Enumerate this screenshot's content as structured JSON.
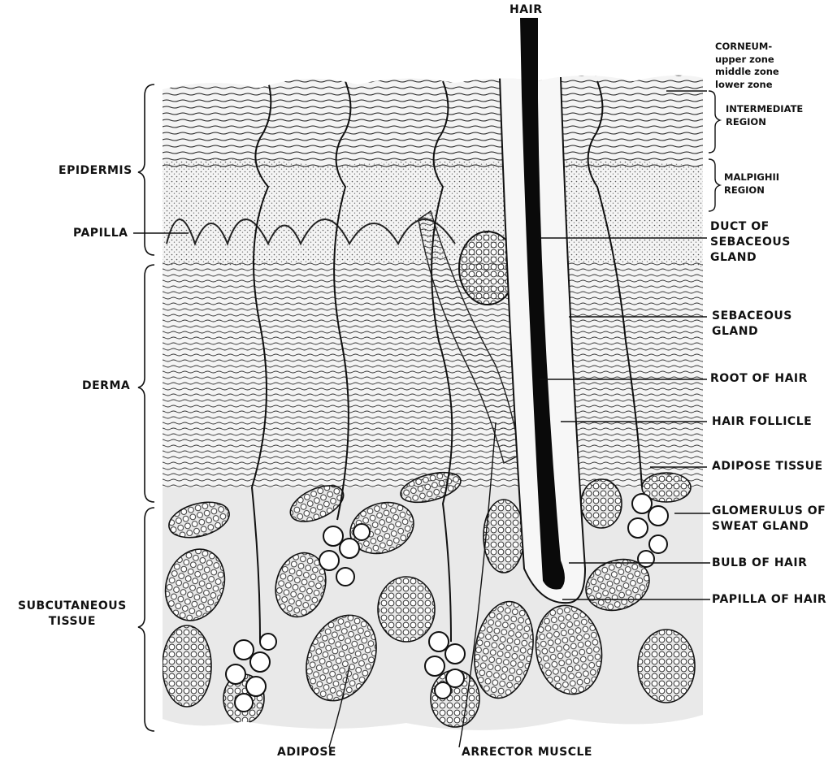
{
  "labels": {
    "hair": "HAIR",
    "corneum": "CORNEUM-",
    "upper_zone": "upper zone",
    "middle_zone": "middle zone",
    "lower_zone": "lower zone",
    "intermediate_1": "INTERMEDIATE",
    "intermediate_2": "REGION",
    "malpighii_1": "MALPIGHII",
    "malpighii_2": "REGION",
    "epidermis": "EPIDERMIS",
    "papilla": "PAPILLA",
    "duct_1": "DUCT OF",
    "duct_2": "SEBACEOUS",
    "duct_3": "GLAND",
    "sebaceous_1": "SEBACEOUS",
    "sebaceous_2": "GLAND",
    "derma": "DERMA",
    "root_of_hair": "ROOT OF HAIR",
    "hair_follicle": "HAIR FOLLICLE",
    "adipose_tissue": "ADIPOSE TISSUE",
    "glomerulus_1": "GLOMERULUS OF",
    "glomerulus_2": "SWEAT GLAND",
    "bulb_of_hair": "BULB OF HAIR",
    "papilla_of_hair": "PAPILLA OF HAIR",
    "subcutaneous_1": "SUBCUTANEOUS",
    "subcutaneous_2": "TISSUE",
    "adipose": "ADIPOSE",
    "arrector_muscle": "ARRECTOR MUSCLE"
  }
}
